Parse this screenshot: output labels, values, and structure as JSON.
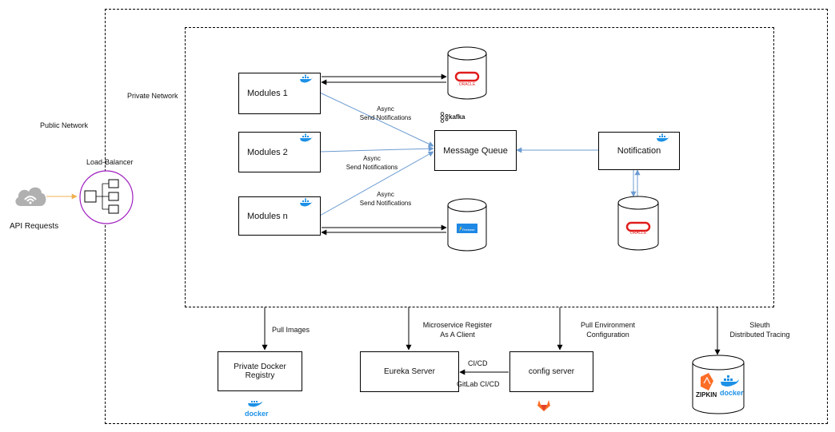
{
  "zones": {
    "public_network": "Public Network",
    "private_network": "Private Network"
  },
  "client": {
    "api_requests": "API Requests",
    "load_balancer": "Load-Balancer"
  },
  "modules": [
    {
      "label": "Modules 1",
      "badge": "docker"
    },
    {
      "label": "Modules 2",
      "badge": "docker"
    },
    {
      "label": "Modules n",
      "badge": "docker"
    }
  ],
  "queue": {
    "label": "Message Queue",
    "logo": "kafka"
  },
  "notification": {
    "label": "Notification",
    "badge": "docker"
  },
  "databases": {
    "oracle": "ORACLE",
    "firebase": "Firebase"
  },
  "edge_labels": {
    "async_1": [
      "Async",
      "Send Notifications"
    ],
    "async_2": [
      "Async",
      "Send Notifications"
    ],
    "async_3": [
      "Async",
      "Send Notifications"
    ],
    "pull_images": "Pull Images",
    "eureka_register": [
      "Microservice Register",
      "As A Client"
    ],
    "pull_env": [
      "Pull Environment",
      "Configuration"
    ],
    "sleuth": [
      "Sleuth",
      "Distributed Tracing"
    ],
    "cicd": "CI/CD",
    "gitlab_cicd": "GitLab CI/CD"
  },
  "services": {
    "registry": [
      "Private Docker",
      "Registry"
    ],
    "eureka": "Eureka Server",
    "config": "config server",
    "zipkin": "ZIPKIN",
    "docker_word": "docker"
  },
  "colors": {
    "async_arrow": "#6c9bd2",
    "lb_border": "#a020c0",
    "cloud": "#b0b0b0",
    "api_arrow": "#f0b050",
    "oracle": "#e01c1c",
    "docker": "#1d91e6"
  }
}
